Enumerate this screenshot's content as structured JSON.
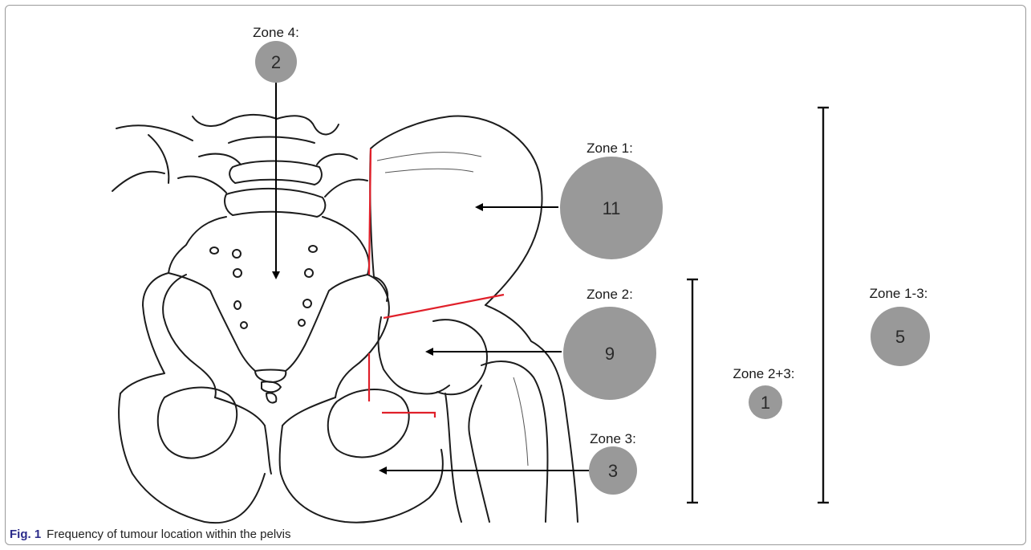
{
  "figure": {
    "caption_label": "Fig. 1",
    "caption_text": "Frequency of tumour location within the pelvis"
  },
  "zones": [
    {
      "id": "zone4",
      "label": "Zone 4:",
      "count": "2"
    },
    {
      "id": "zone1",
      "label": "Zone 1:",
      "count": "11"
    },
    {
      "id": "zone2",
      "label": "Zone 2:",
      "count": "9"
    },
    {
      "id": "zone3",
      "label": "Zone 3:",
      "count": "3"
    },
    {
      "id": "zone23",
      "label": "Zone 2+3:",
      "count": "1"
    },
    {
      "id": "zone13",
      "label": "Zone 1-3:",
      "count": "5"
    }
  ],
  "colors": {
    "bubble": "#999999",
    "zone_border": "#e0202a",
    "outline": "#1c1c1c"
  }
}
